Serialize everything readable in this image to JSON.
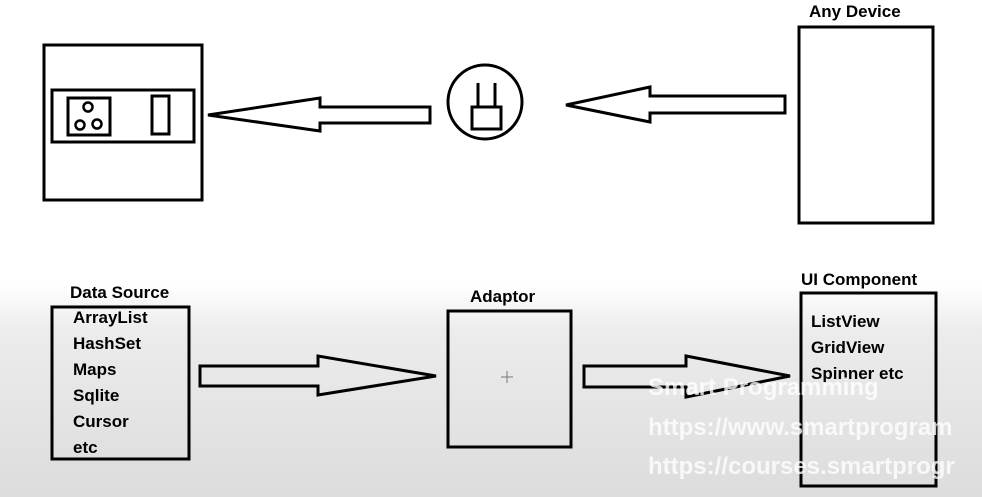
{
  "top_row": {
    "device_label": "Any Device"
  },
  "bottom_row": {
    "data_source": {
      "title": "Data Source",
      "items": [
        "ArrayList",
        "HashSet",
        "Maps",
        "Sqlite",
        "Cursor",
        "etc"
      ]
    },
    "adaptor": {
      "title": "Adaptor"
    },
    "ui_component": {
      "title": "UI Component",
      "items": [
        "ListView",
        "GridView",
        "Spinner etc"
      ]
    }
  },
  "watermark": {
    "line1": "Smart Programming",
    "line2": "https://www.smartprogram",
    "line3": "https://courses.smartprogr"
  },
  "colors": {
    "stroke": "#000000",
    "background_top": "#ffffff",
    "background_bottom": "#dcdcdc"
  }
}
